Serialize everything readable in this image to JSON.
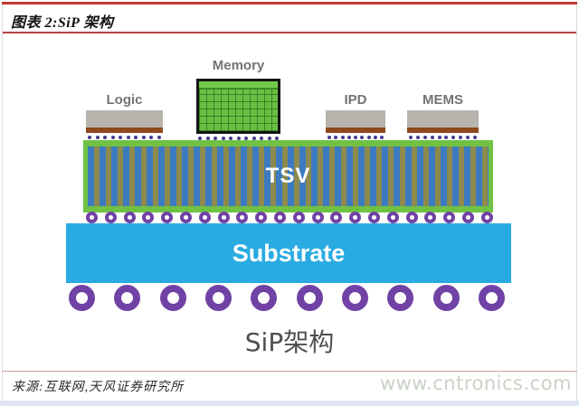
{
  "header": {
    "title": "图表 2:SiP 架构"
  },
  "diagram": {
    "chips": [
      {
        "label": "Logic",
        "bumps": 10
      },
      {
        "label": "Memory",
        "bumps": 11
      },
      {
        "label": "IPD",
        "bumps": 9
      },
      {
        "label": "MEMS",
        "bumps": 10
      }
    ],
    "interposer_label": "TSV",
    "substrate_label": "Substrate",
    "caption": "SiP架构",
    "mid_bump_count": 22,
    "solder_ball_count": 10
  },
  "footer": {
    "source": "来源:互联网,天风证券研究所",
    "watermark": "www.cntronics.com"
  },
  "colors": {
    "rule_red": "#c23b33",
    "rule_light_red": "#d79c9c",
    "chip_gray": "#b7b4ae",
    "chip_brown": "#8e481c",
    "micro_bump_indigo": "#413e8c",
    "interposer_green": "#6fc243",
    "tsv_olive": "#8d8a4e",
    "tsv_via_blue": "#3c7bc0",
    "memory_green": "#68c043",
    "memory_grid_green": "#3e8b25",
    "substrate_cyan": "#29abe2",
    "ball_purple": "#7142a5",
    "chip_label_gray": "#757272",
    "caption_gray": "#4f4f4f",
    "watermark_green": "#c9d3c4"
  }
}
